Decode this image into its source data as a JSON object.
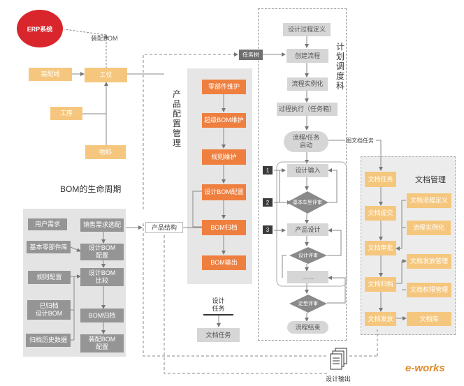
{
  "erp": "ERP系统",
  "assembly_bom": "装配BOM",
  "left": {
    "assembly_line": "装配线",
    "station": "工位",
    "process": "工序",
    "material": "物料",
    "lifecycle_title": "BOM的生命周期"
  },
  "lifecycle": {
    "user_demand": "用户需求",
    "sales_config": "销售需求选配",
    "basic_parts_lib": "基本零部件库",
    "design_bom_config": "设计BOM\n配置",
    "rule_config": "规则配置",
    "design_bom_compare": "设计BOM\n比较",
    "archived_design_bom": "已归档\n设计BOM",
    "bom_archive": "BOM归档",
    "archive_history": "归档历史数据",
    "assembly_bom_config": "装配BOM\n配置"
  },
  "product_config": {
    "title_chars": [
      "产",
      "品",
      "配",
      "置",
      "管",
      "理"
    ],
    "items": [
      "零部件维护",
      "超级BOM维护",
      "规则维护",
      "设计BOM配置",
      "BOM归档",
      "BOM输出"
    ]
  },
  "product_structure": "产品结构",
  "task_tree": "任务树",
  "design_task": "设计\n任务",
  "doc_task": "文档任务",
  "plan_dispatch": {
    "title_chars": [
      "计",
      "划",
      "调",
      "度",
      "科"
    ],
    "define": "设计过程定义",
    "create": "创建流程",
    "instantiate": "流程实例化",
    "execute": "过程执行（任务箱）",
    "start": "流程/任务\n启动",
    "design_input": "设计输入",
    "basic_review": "基本车型评审",
    "product_design": "产品设计",
    "design_review": "设计评审",
    "ellipsis": "……",
    "final_review": "定型评审",
    "end": "流程结束",
    "steps": [
      "1",
      "2",
      "3"
    ]
  },
  "doc_task_link": "图文档任务",
  "doc_mgmt": {
    "title": "文档管理",
    "left": [
      "文档任务",
      "文档提交",
      "文档审批",
      "文档归档",
      "文档发放"
    ],
    "right": [
      "文档流程定义",
      "流程实例化",
      "文档发放管理",
      "文档权限管理",
      "文档库"
    ]
  },
  "design_output": "设计输出",
  "watermark": "e-works"
}
